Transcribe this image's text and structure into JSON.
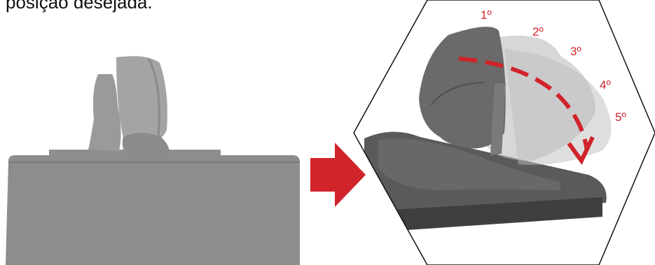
{
  "caption": "posição desejada.",
  "colors": {
    "accent": "#d1232a",
    "sofa_side": "#8c8c8c",
    "sofa_dark": "#565656",
    "outline": "#111111"
  },
  "positions": [
    "1º",
    "2º",
    "3º",
    "4º",
    "5º"
  ],
  "icons": {
    "arrow": "right-arrow-icon"
  }
}
